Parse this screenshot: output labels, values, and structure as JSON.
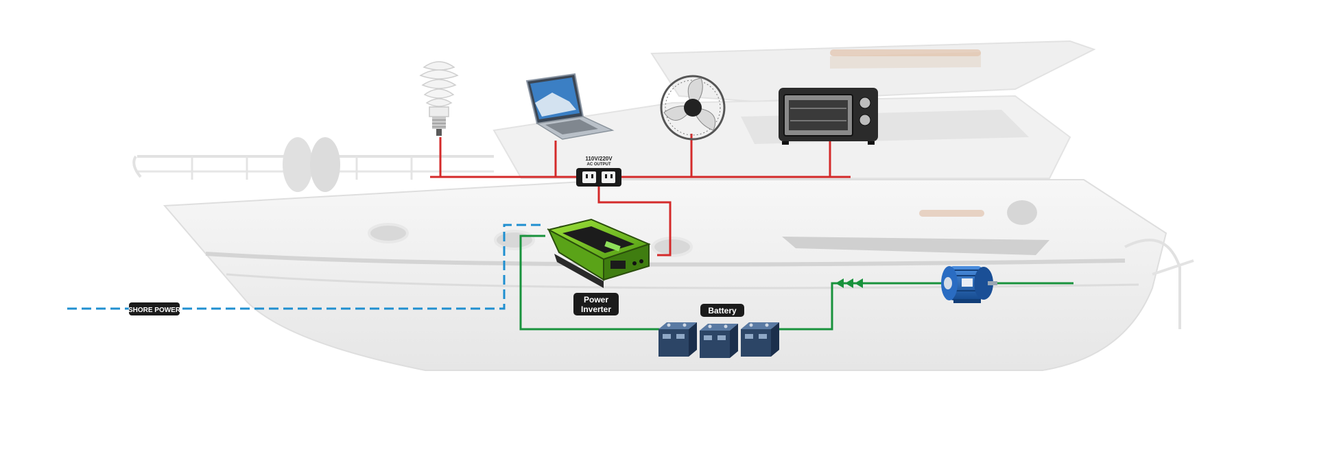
{
  "labels": {
    "shore_power": "SHORE POWER",
    "power_inverter_line1": "Power",
    "power_inverter_line2": "Inverter",
    "battery": "Battery",
    "ac_output_line1": "110V/220V",
    "ac_output_line2": "AC OUTPUT"
  },
  "icons": [
    "boat-illustration",
    "light-bulb-icon",
    "laptop-icon",
    "fan-icon",
    "toaster-oven-icon",
    "outlet-icon",
    "inverter-icon",
    "battery-icon",
    "motor-icon"
  ],
  "colors": {
    "ac_line": "#d42a2a",
    "dc_line": "#18923c",
    "shore_line": "#1f8fd0",
    "label_bg": "#1b1b1b",
    "inverter_green": "#7cc621",
    "battery_blue": "#2c4566",
    "motor_blue": "#1f5ea8"
  }
}
